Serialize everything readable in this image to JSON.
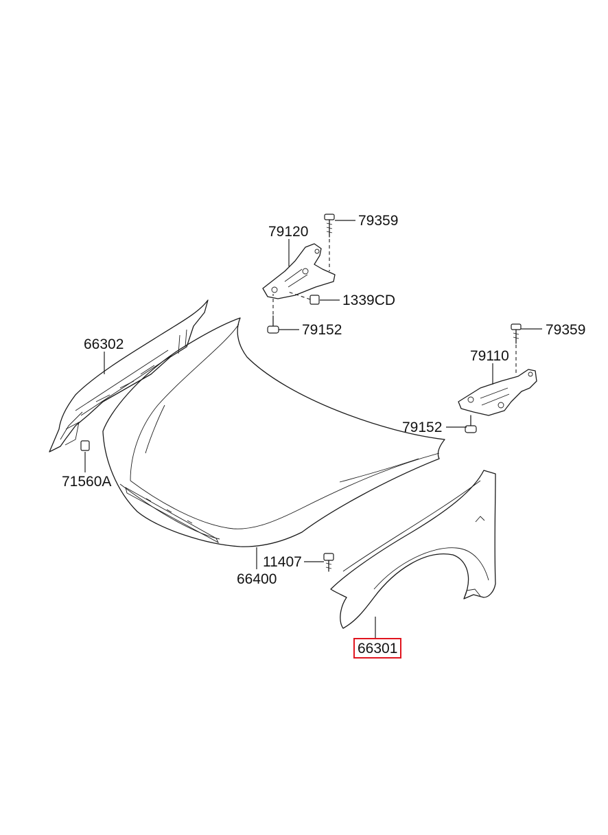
{
  "labels": {
    "bolt_top_right": "79359",
    "hinge_left": "79120",
    "nut": "1339CD",
    "bolt_left_hinge": "79152",
    "bolt_right_top": "79359",
    "hinge_right": "79110",
    "bolt_right_hinge": "79152",
    "seal_strip": "66302",
    "clip": "71560A",
    "hood_bolt": "11407",
    "hood": "66400",
    "fender": "66301"
  },
  "highlight_color": "#e0141e"
}
